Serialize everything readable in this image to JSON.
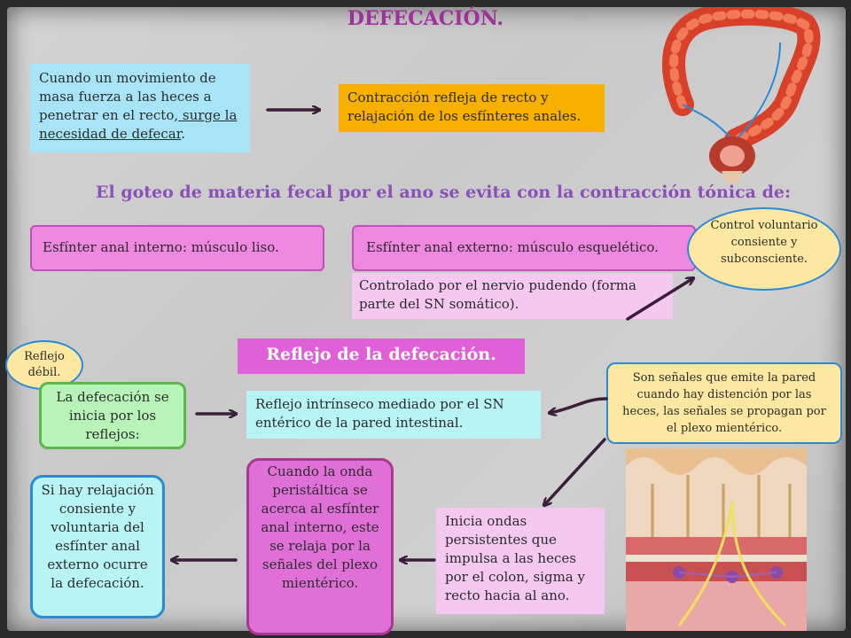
{
  "title": "DEFECACIÓN.",
  "box_movimiento": {
    "text_a": "Cuando un movimiento de masa fuerza a las heces a penetrar en el recto,",
    "text_b": " surge la necesidad de defecar",
    "text_c": "."
  },
  "box_contraccion": "Contracción refleja de recto y relajación de los esfínteres anales.",
  "goteo": "El goteo de materia fecal por el ano se evita con la contracción tónica de:",
  "esfinter_interno": "Esfínter anal interno: músculo liso.",
  "esfinter_externo": "Esfínter anal externo: músculo esquelético.",
  "control": "Control voluntario consiente y subconsciente.",
  "pudendo": "Controlado por el nervio pudendo (forma parte del SN somático).",
  "reflejo_title": "Reflejo de la defecación.",
  "reflejo_debil": "Reflejo débil.",
  "inicia_reflejos": "La defecación se inicia por los reflejos:",
  "reflejo_intrinseco": "Reflejo intrínseco mediado por el SN entérico de la pared intestinal.",
  "senales": "Son señales que emite la pared cuando hay  distención por  las heces, las señales se propagan por el plexo mientérico.",
  "si_hay": "Si hay relajación consiente y voluntaria del esfínter anal externo ocurre la defecación.",
  "onda": "Cuando la onda peristáltica se acerca al esfínter anal interno, este se relaja por la señales del plexo mientérico.",
  "inicia_ondas": "Inicia ondas persistentes que impulsa a las heces por el colon, sigma y recto hacia al ano.",
  "colors": {
    "blue_box": "#a8e4f8",
    "orange_box": "#f8b000",
    "pink_box": "#ee88e0",
    "pink_light": "#f4c8f0",
    "yellow_oval": "#fce8a0",
    "oval_border": "#2a8ad8",
    "green_border": "#58b848",
    "cyan_box": "#b8f4f4",
    "magenta_title_bg": "#e060d8",
    "arrow": "#3a1e3a"
  }
}
